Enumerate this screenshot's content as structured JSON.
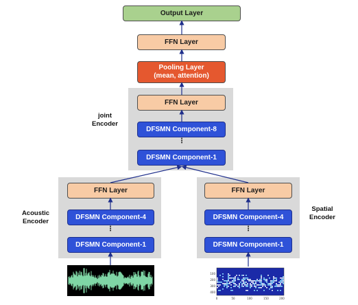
{
  "output_layer": "Output Layer",
  "ffn_top": "FFN Layer",
  "pooling": {
    "line1": "Pooling Layer",
    "line2": "(mean, attention)"
  },
  "joint_encoder": {
    "label_line1": "joint",
    "label_line2": "Encoder",
    "ffn": "FFN Layer",
    "component_top": "DFSMN Component-8",
    "dots": "⋮",
    "component_bottom": "DFSMN Component-1"
  },
  "acoustic_encoder": {
    "label_line1": "Acoustic",
    "label_line2": "Encoder",
    "ffn": "FFN Layer",
    "component_top": "DFSMN Component-4",
    "dots": "⋮",
    "component_bottom": "DFSMN Component-1"
  },
  "spatial_encoder": {
    "label_line1": "Spatial",
    "label_line2": "Encoder",
    "ffn": "FFN Layer",
    "component_top": "DFSMN Component-4",
    "dots": "⋮",
    "component_bottom": "DFSMN Component-1"
  },
  "spectrogram_ticks": {
    "x": [
      "0",
      "50",
      "100",
      "150",
      "200"
    ],
    "y": [
      "100",
      "200",
      "300",
      "400"
    ]
  },
  "colors": {
    "panel": "#d9d9d9",
    "green": "#a9d18e",
    "orange": "#f8cba5",
    "red": "#e5582f",
    "blue": "#2f52d8",
    "arrow": "#1f2f8c",
    "waveform": "#7fd6a5"
  }
}
